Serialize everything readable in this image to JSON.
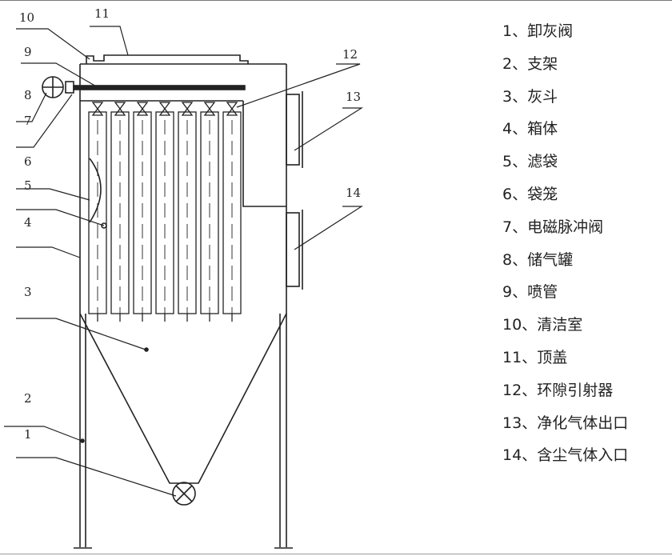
{
  "callouts": [
    "1",
    "2",
    "3",
    "4",
    "5",
    "6",
    "7",
    "8",
    "9",
    "10",
    "11",
    "12",
    "13",
    "14"
  ],
  "legend": [
    {
      "num": "1、",
      "text": "卸灰阀"
    },
    {
      "num": "2、",
      "text": "支架"
    },
    {
      "num": "3、",
      "text": "灰斗"
    },
    {
      "num": "4、",
      "text": "箱体"
    },
    {
      "num": "5、",
      "text": "滤袋"
    },
    {
      "num": "6、",
      "text": "袋笼"
    },
    {
      "num": "7、",
      "text": "电磁脉冲阀"
    },
    {
      "num": "8、",
      "text": "储气罐"
    },
    {
      "num": "9、",
      "text": "喷管"
    },
    {
      "num": "10、",
      "text": "清洁室"
    },
    {
      "num": "11、",
      "text": "顶盖"
    },
    {
      "num": "12、",
      "text": "环隙引射器"
    },
    {
      "num": "13、",
      "text": "净化气体出口"
    },
    {
      "num": "14、",
      "text": "含尘气体入口"
    }
  ]
}
